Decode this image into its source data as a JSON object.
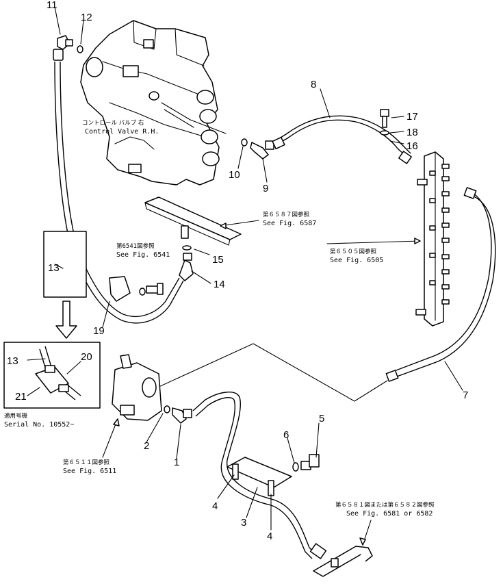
{
  "callouts": [
    "11",
    "12",
    "17",
    "18",
    "16",
    "8",
    "10",
    "9",
    "13",
    "15",
    "14",
    "19",
    "20",
    "21",
    "7",
    "5",
    "6",
    "2",
    "1",
    "4",
    "3",
    "4"
  ],
  "notes": {
    "control_valve_jp": "コントロール バルブ 右",
    "control_valve_en": "Control Valve R.H.",
    "fig6587_jp": "第６５８７図参照",
    "fig6587_en": "See Fig. 6587",
    "fig6541_jp": "第6541図参照",
    "fig6541_en": "See Fig. 6541",
    "fig6505_jp": "第６５０５図参照",
    "fig6505_en": "See Fig. 6505",
    "serial_jp": "適用号機",
    "serial_en": "Serial No. 10552~",
    "fig6511_jp": "第６５１１図参照",
    "fig6511_en": "See Fig. 6511",
    "fig6581_jp": "第６５８１図または第６５８２図参照",
    "fig6581_en": "See Fig. 6581 or 6582"
  }
}
